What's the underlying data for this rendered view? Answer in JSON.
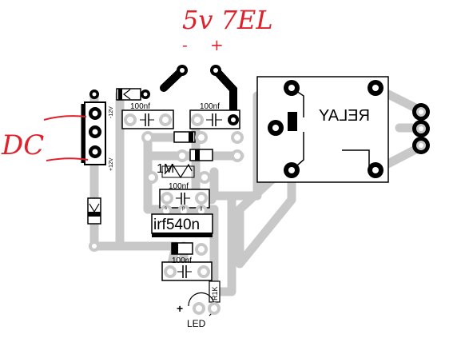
{
  "annotations": {
    "supply_label": "5v 7EL",
    "minus": "-",
    "plus": "+",
    "dc_label": "DC"
  },
  "components": {
    "cap_top_left": "100nf",
    "cap_top_right": "100nf",
    "resistor_1m": "1M",
    "cap_middle": "100nf",
    "mosfet_pins": [
      "s",
      "p",
      "g"
    ],
    "mosfet": "irf540n",
    "cap_bottom": "100nf",
    "resistor_r1k": "R1K",
    "led": "LED",
    "led_plus": "+",
    "relay": "RELAY",
    "conn_minus12": "-12V",
    "conn_plus12": "+12V"
  },
  "colors": {
    "trace": "#c8c8c8",
    "pad": "#000000",
    "annotation": "#e0202a"
  }
}
